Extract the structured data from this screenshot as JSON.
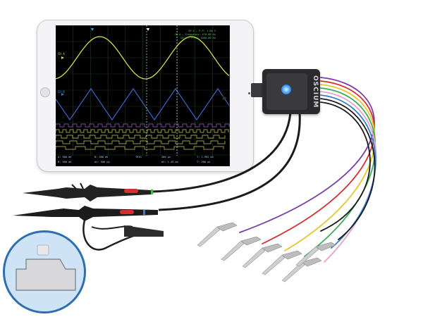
{
  "scope": {
    "measurements": [
      "CH A — P-P: 1.08 V",
      "CH A — Frequency: 470.00 Hz",
      "CH A — Freq: 1000.00 Hz"
    ],
    "channel_labels": {
      "a": "CH A",
      "b": "CH B"
    },
    "status_top": [
      "A: 500 mV",
      "B: 500 mV",
      "TRIG",
      "200 μs",
      "T: 1.992 mS"
    ],
    "status_bottom": [
      "B: 500 mV",
      "Δt: 500 μs",
      "Δt: 1.45 ms",
      "T: 200 μs"
    ],
    "colors": {
      "ch_a": "#d8d84a",
      "ch_b": "#3e6fe0",
      "digital": "#c9c95a",
      "logic": "#a05fc7",
      "trigger": "#ffffff"
    }
  },
  "adapter": {
    "brand": "OSCIUM"
  },
  "cables": {
    "colors": [
      "#7a3da8",
      "#d62f2f",
      "#e6c72c",
      "#3cae5a",
      "#e8a2c2",
      "#2f7fd8",
      "#1a1a1a",
      "#1a1a1a"
    ]
  },
  "icons": [
    "oscilloscope-tablet",
    "usb-adapter",
    "probe",
    "grabber-clip",
    "connector-inset"
  ]
}
